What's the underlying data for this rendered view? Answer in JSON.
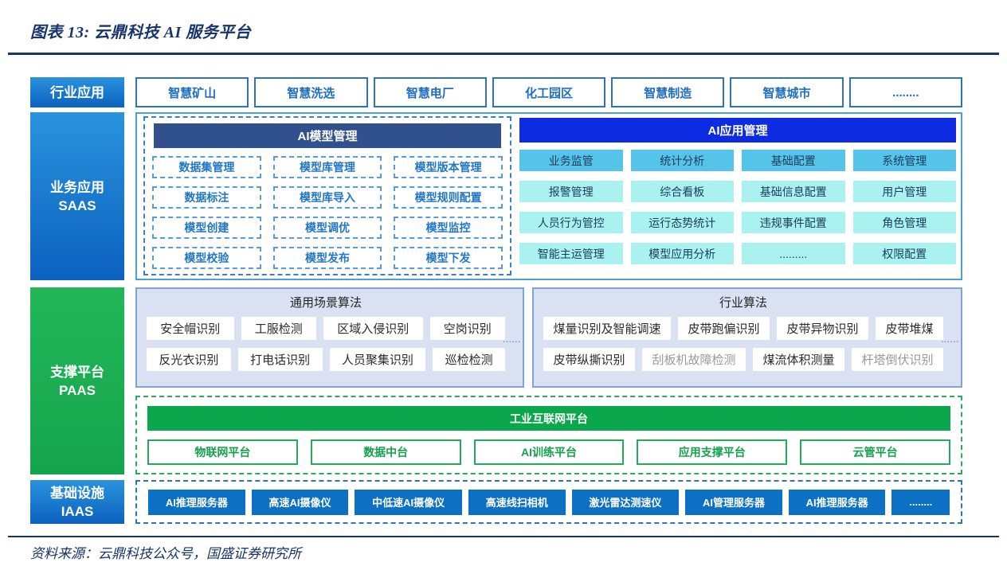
{
  "figure": {
    "title": "图表 13:  云鼎科技 AI 服务平台",
    "source": "资料来源：云鼎科技公众号，国盛证券研究所"
  },
  "colors": {
    "navy_text": "#17356b",
    "label_blue_top": "#2a93dd",
    "label_blue_bottom": "#0b61bf",
    "label_green": "#1db155",
    "industry_box_border": "#2e75b6",
    "industry_box_text": "#1e6fc0",
    "saas_container_border": "#4aa0d8",
    "model_header_bg": "#31508e",
    "model_item_border": "#5b9bd5",
    "model_item_text": "#2176c7",
    "app_header_bg": "#0d2be3",
    "app_row1_bg": "#55c4e9",
    "app_cell_bg": "#aaf2ef",
    "app_cell_text": "#1b3a5c",
    "algo_panel_bg": "#d9e1f2",
    "algo_panel_border": "#7da3d8",
    "algo_text": "#2b2b2b",
    "algo_text_muted": "#999999",
    "green_header_bg": "#0ba74c",
    "green_box_border": "#27a95c",
    "green_box_text": "#16a04d",
    "iaas_box_bg": "#0c70c4"
  },
  "industry": {
    "label": "行业应用",
    "items": [
      "智慧矿山",
      "智慧洗选",
      "智慧电厂",
      "化工园区",
      "智慧制造",
      "智慧城市",
      "........"
    ]
  },
  "saas": {
    "label_line1": "业务应用",
    "label_line2": "SAAS",
    "model": {
      "header": "AI模型管理",
      "items": [
        "数据集管理",
        "模型库管理",
        "模型版本管理",
        "数据标注",
        "模型库导入",
        "模型规则配置",
        "模型创建",
        "模型调优",
        "模型监控",
        "模型校验",
        "模型发布",
        "模型下发"
      ]
    },
    "app": {
      "header": "AI应用管理",
      "cells": [
        "业务监管",
        "统计分析",
        "基础配置",
        "系统管理",
        "报警管理",
        "综合看板",
        "基础信息配置",
        "用户管理",
        "人员行为管控",
        "运行态势统计",
        "违规事件配置",
        "角色管理",
        "智能主运管理",
        "模型应用分析",
        ".........",
        "权限配置"
      ]
    }
  },
  "paas": {
    "label_line1": "支撑平台",
    "label_line2": "PAAS",
    "general_algo": {
      "title": "通用场景算法",
      "items": [
        "安全帽识别",
        "工服检测",
        "区域入侵识别",
        "空岗识别",
        "反光衣识别",
        "打电话识别",
        "人员聚集识别",
        "巡检检测"
      ],
      "more": "......"
    },
    "industry_algo": {
      "title": "行业算法",
      "items": [
        "煤量识别及智能调速",
        "皮带跑偏识别",
        "皮带异物识别",
        "皮带堆煤",
        "皮带纵撕识别",
        "刮板机故障检测",
        "煤流体积测量",
        "杆塔倒伏识别"
      ],
      "more": "......"
    },
    "platform": {
      "header": "工业互联网平台",
      "items": [
        "物联网平台",
        "数据中台",
        "AI训练平台",
        "应用支撑平台",
        "云管平台"
      ]
    }
  },
  "iaas": {
    "label_line1": "基础设施",
    "label_line2": "IAAS",
    "items": [
      "AI推理服务器",
      "高速AI摄像仪",
      "中低速AI摄像仪",
      "高速线扫相机",
      "激光雷达测速仪",
      "AI管理服务器",
      "AI推理服务器",
      "........"
    ]
  }
}
